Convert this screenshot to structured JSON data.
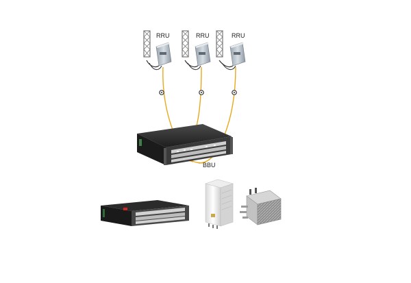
{
  "diagram": {
    "rru_units": [
      {
        "label": "RRU"
      },
      {
        "label": "RRU"
      },
      {
        "label": "RRU"
      }
    ],
    "bbu": {
      "label": "BBU"
    },
    "colors": {
      "fiber": "#e8a81c",
      "chassis_dark": "#2a2a2a",
      "rru_body": "#b7c0c9",
      "mast": "#7a7a7a"
    }
  }
}
